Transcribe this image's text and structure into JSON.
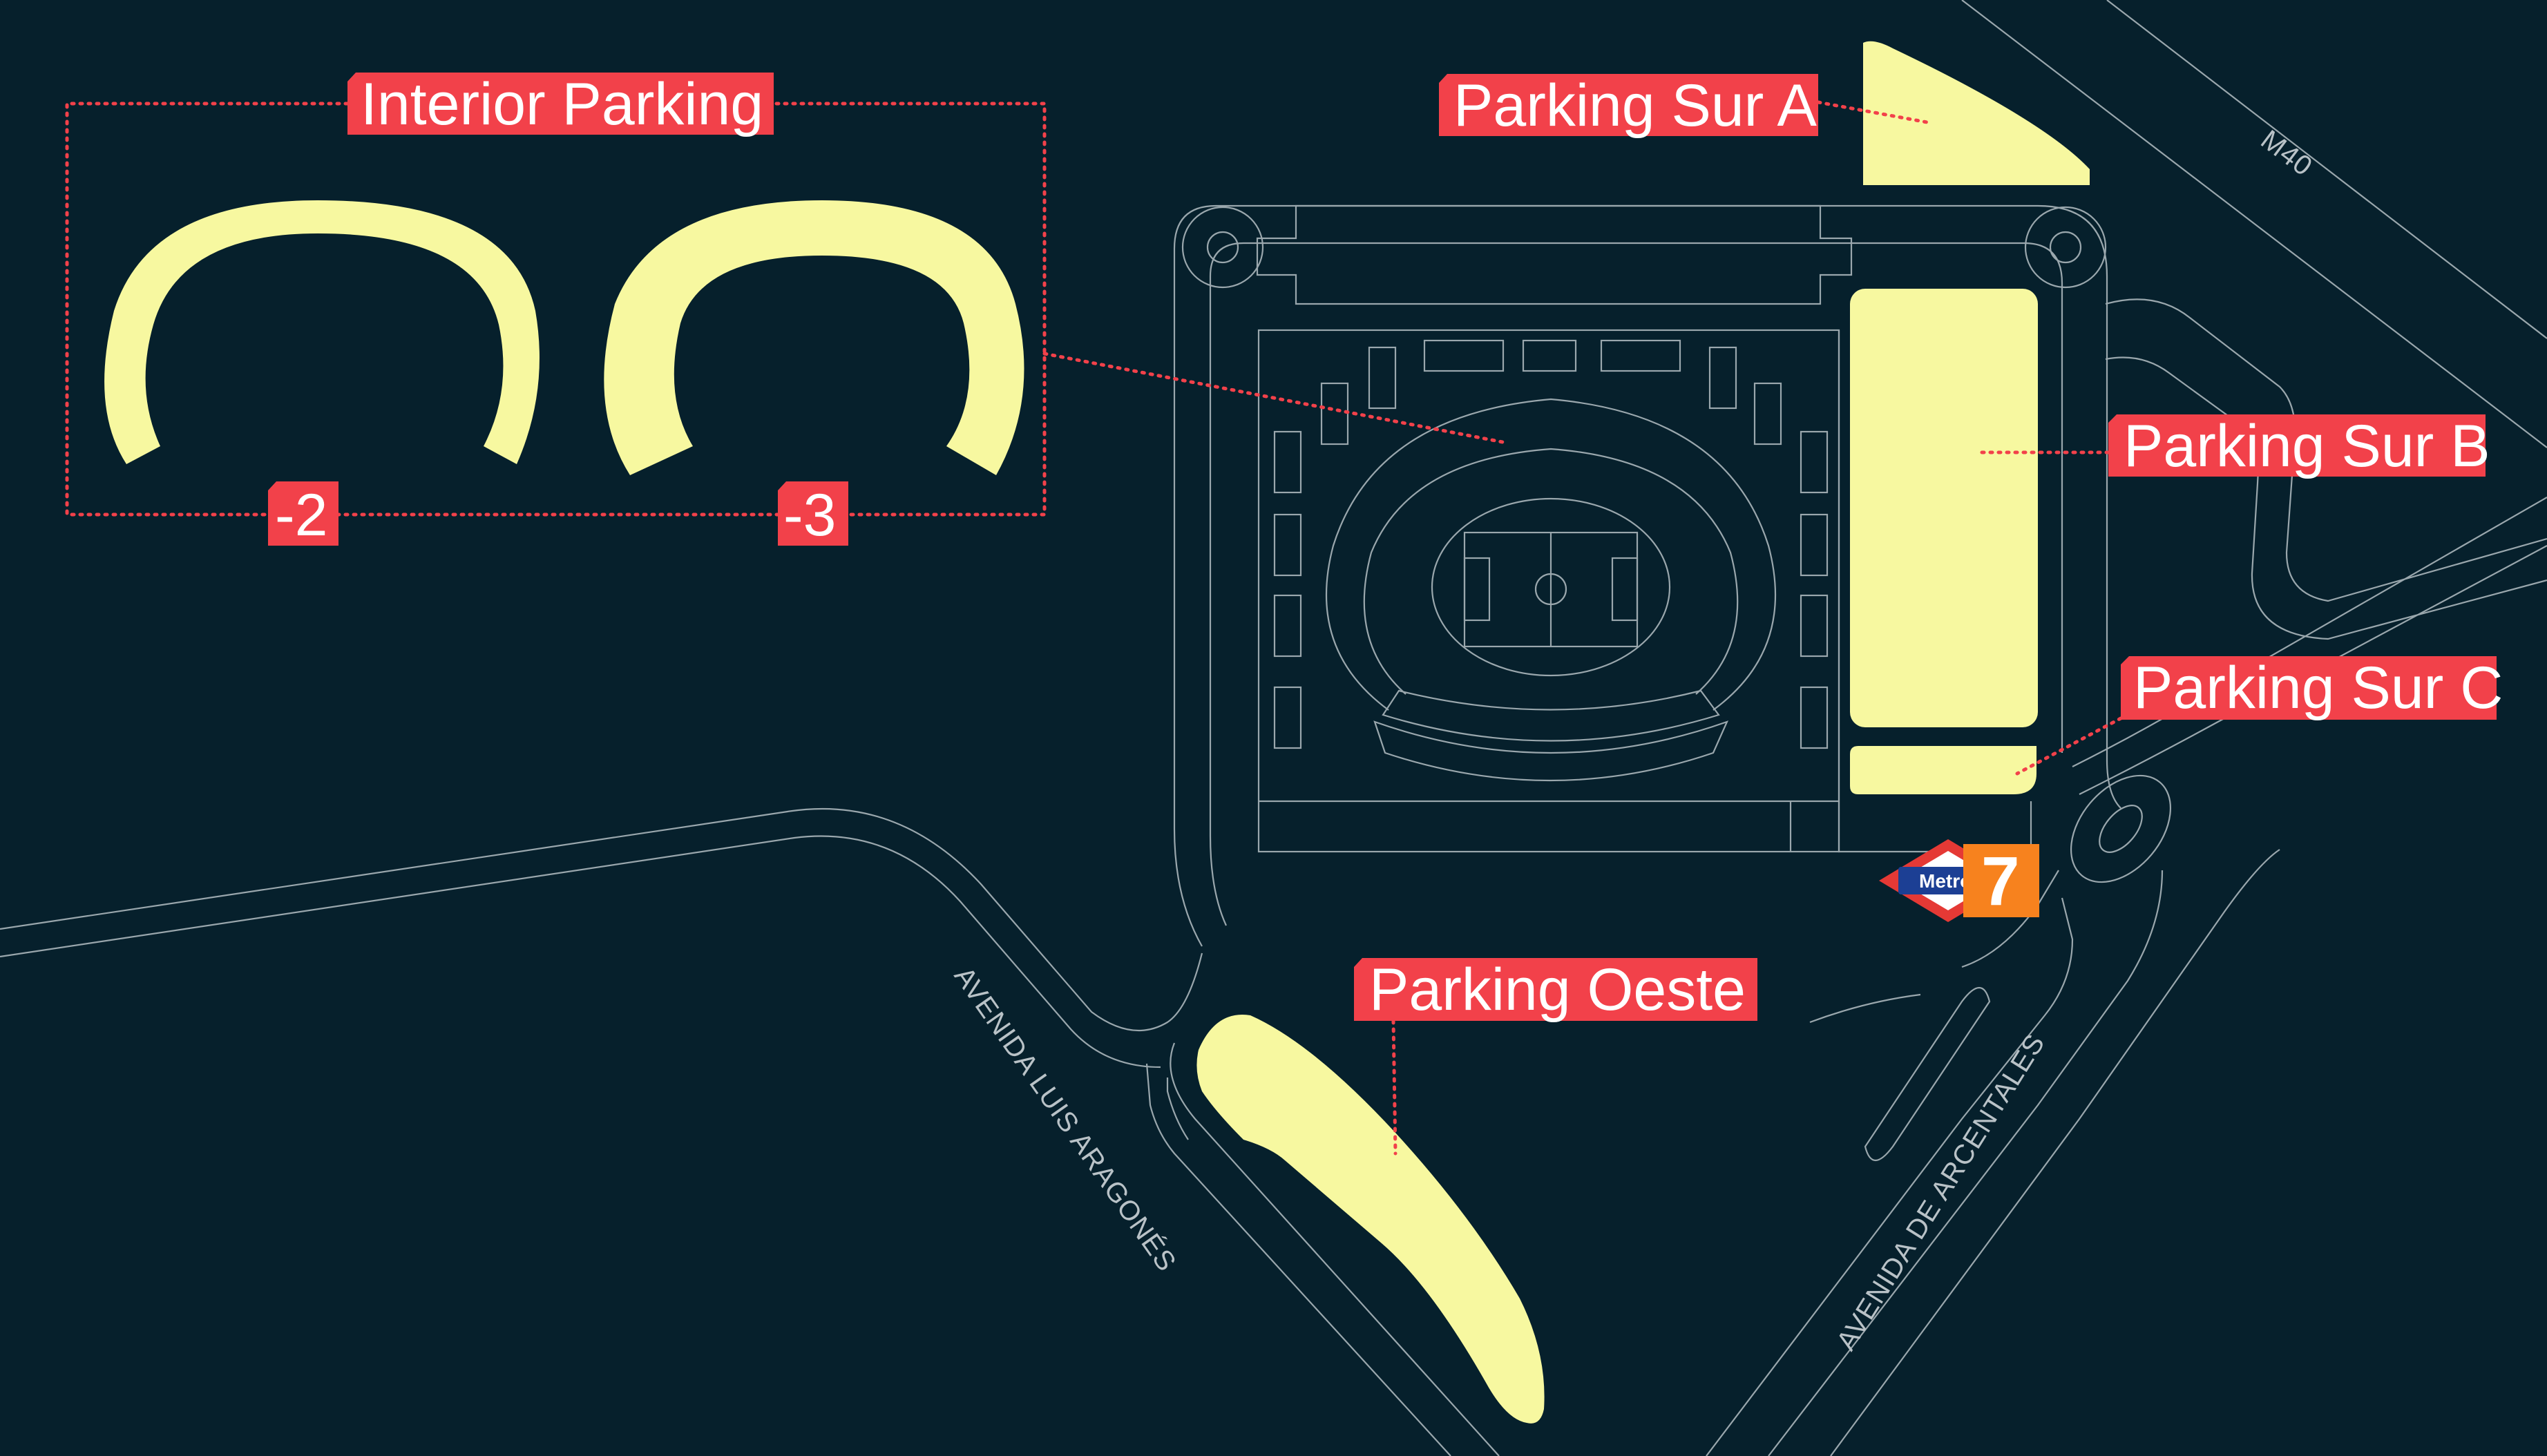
{
  "map": {
    "labels": {
      "interior": "Interior Parking",
      "sur_a": "Parking Sur A",
      "sur_b": "Parking Sur B",
      "sur_c": "Parking Sur C",
      "oeste": "Parking Oeste"
    },
    "levels": {
      "level_2": "-2",
      "level_3": "-3"
    },
    "roads": {
      "m40": "M40",
      "luis_aragones": "AVENIDA LUIS ARAGONÉS",
      "arcentales": "AVENIDA DE ARCENTALES"
    },
    "metro": {
      "sign": "Metro",
      "line": "7"
    },
    "colors": {
      "background": "#06202c",
      "parking": "#f7f8a0",
      "label": "#f2414a",
      "metro_line_7": "#f7821e",
      "metro_red": "#e53935",
      "metro_blue": "#1c3f94"
    }
  }
}
